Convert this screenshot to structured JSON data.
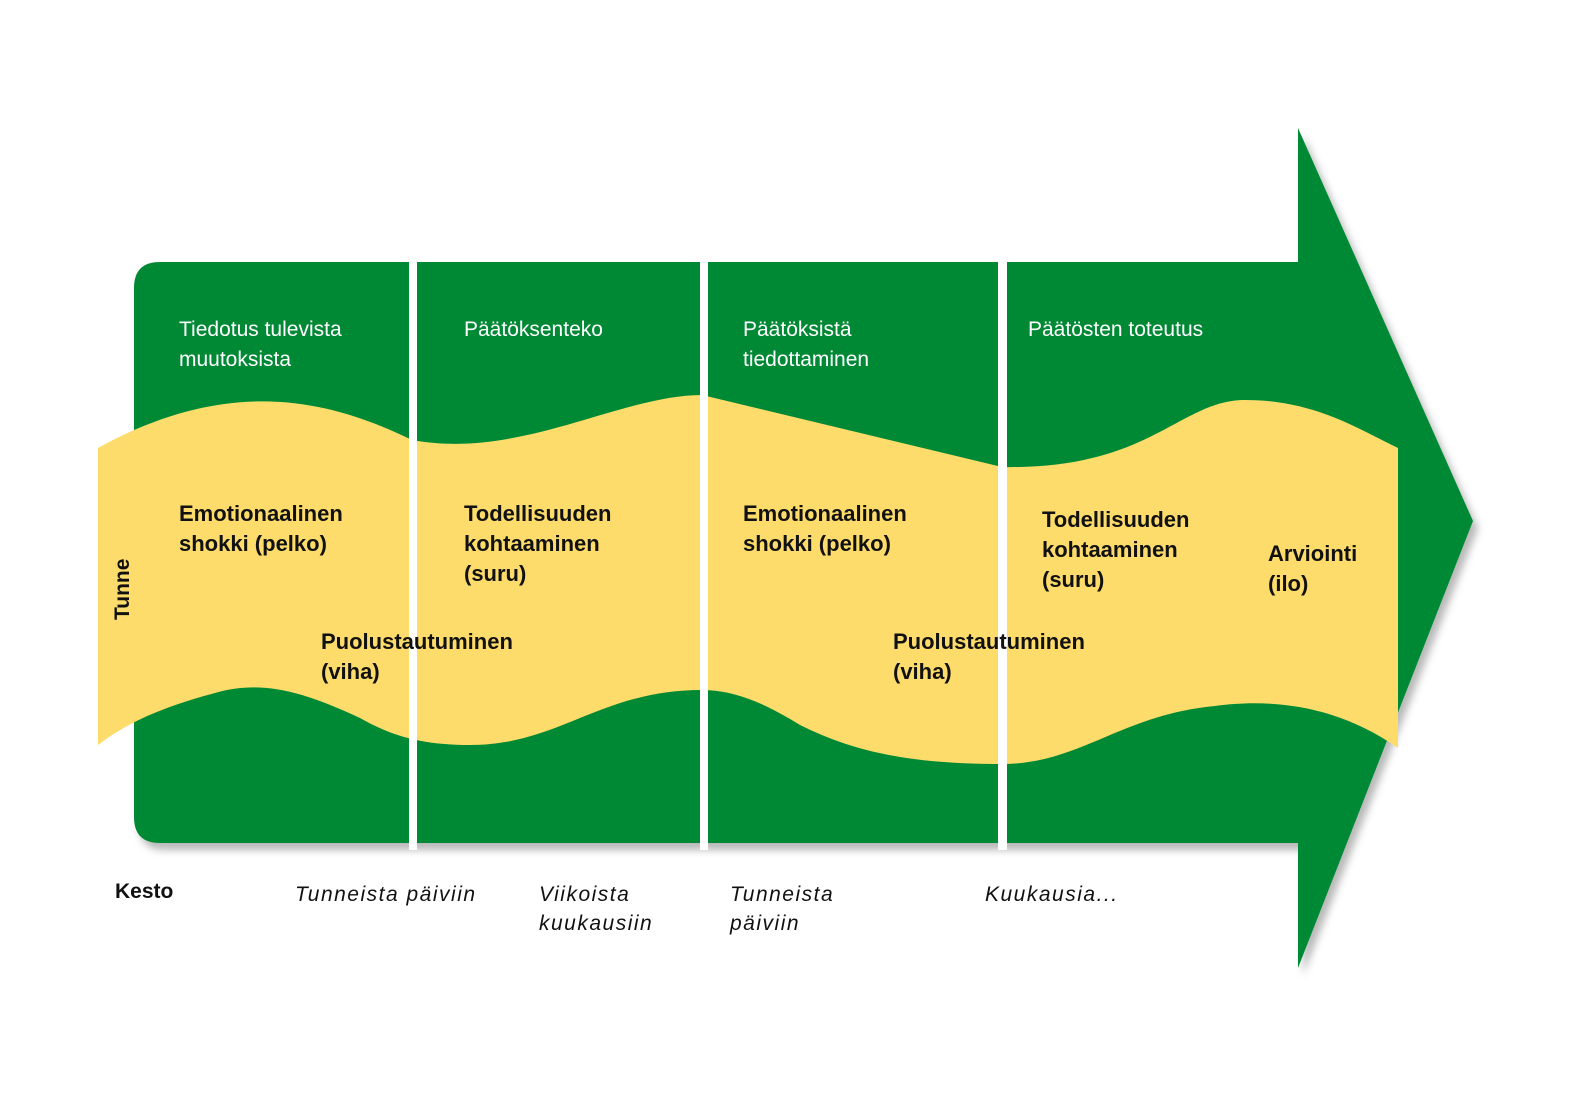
{
  "colors": {
    "green": "#008934",
    "yellow": "#fddc6b",
    "divider": "#ffffff",
    "text_dark": "#111111",
    "text_light": "#ffffff"
  },
  "phases": [
    "Tiedotus tulevista\nmuutoksista",
    "Päätöksenteko",
    "Päätöksistä\ntiedottaminen",
    "Päätösten toteutus"
  ],
  "emotions": {
    "shock_1": "Emotionaalinen\nshokki (pelko)",
    "reality_1": "Todellisuuden\nkohtaaminen\n(suru)",
    "shock_2": "Emotionaalinen\nshokki (pelko)",
    "reality_2": "Todellisuuden\nkohtaaminen\n(suru)",
    "evaluation": "Arviointi\n(ilo)",
    "defense_1": "Puolustautuminen\n(viha)",
    "defense_2": "Puolustautuminen\n(viha)"
  },
  "axis": {
    "emotion_label": "Tunne",
    "duration_label": "Kesto"
  },
  "durations": [
    "Tunneista päiviin",
    "Viikoista\nkuukausiin",
    "Tunneista\npäiviin",
    "Kuukausia..."
  ]
}
